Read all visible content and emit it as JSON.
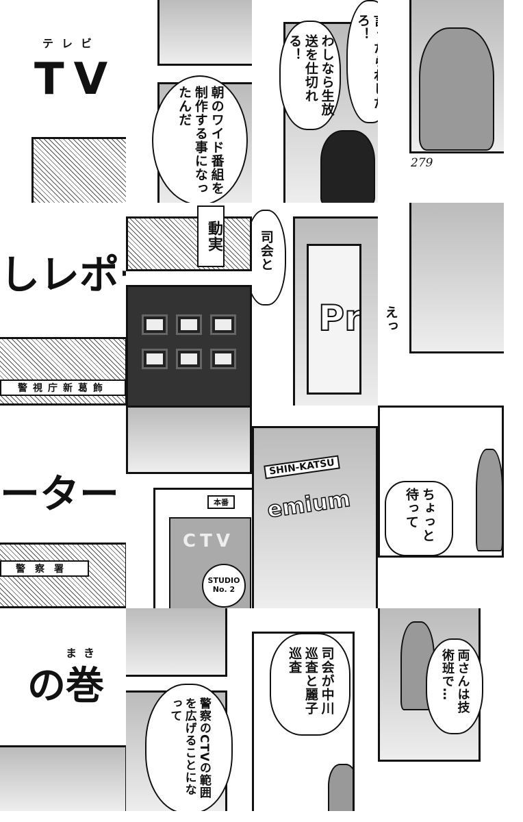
{
  "page_number": "279",
  "title": {
    "tv_ruby": "テレビ",
    "tv": "TV",
    "line2": "しレポー",
    "line3": "ーター",
    "line4": "の巻",
    "line4_ruby": "まき"
  },
  "signs": {
    "police_hq": "警視庁新葛飾",
    "police_station": "警察署",
    "dou_jitsu": "動実",
    "honban": "本番",
    "ctv_door": "CTV",
    "studio": "STUDIO No. 2",
    "shinkatsu": "SHIN-KATSU",
    "premium": "Pr",
    "premium_partial": "emium"
  },
  "bubbles": {
    "morning_show": "朝のワイド番組を制作する事になったんだ",
    "i_can_host": "わしなら生放送を仕切れる！",
    "if_you_say": "言ったらわしだろ！",
    "host_and": "司会と",
    "eh": "えっ",
    "wait": "ちょっと待って",
    "expand_ctv": "警察のCTVの範囲を広げることになって",
    "hosts": "司会が中川巡査と麗子巡査",
    "ryo_tech": "両さんは技術班で…"
  }
}
